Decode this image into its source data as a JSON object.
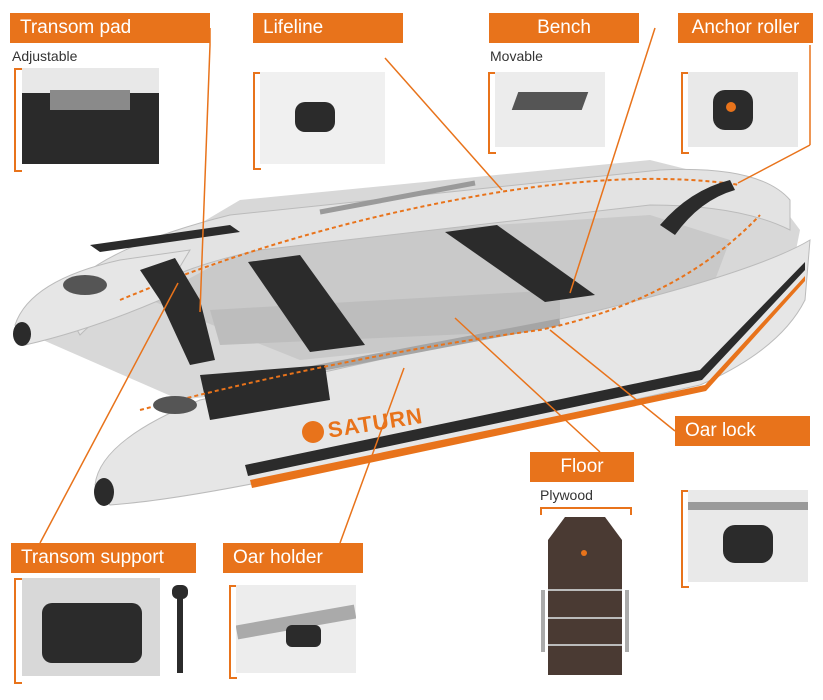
{
  "labels": {
    "transom_pad": "Transom pad",
    "transom_pad_sub": "Adjustable",
    "lifeline": "Lifeline",
    "bench": "Bench",
    "bench_sub": "Movable",
    "anchor_roller": "Anchor roller",
    "oar_lock": "Oar lock",
    "floor": "Floor",
    "floor_sub": "Plywood",
    "transom_support": "Transom support",
    "oar_holder": "Oar holder"
  },
  "brand": {
    "name": "SATURN"
  },
  "colors": {
    "accent": "#e8731b",
    "hull": "#dcdcdc",
    "dark": "#2b2b2b"
  }
}
